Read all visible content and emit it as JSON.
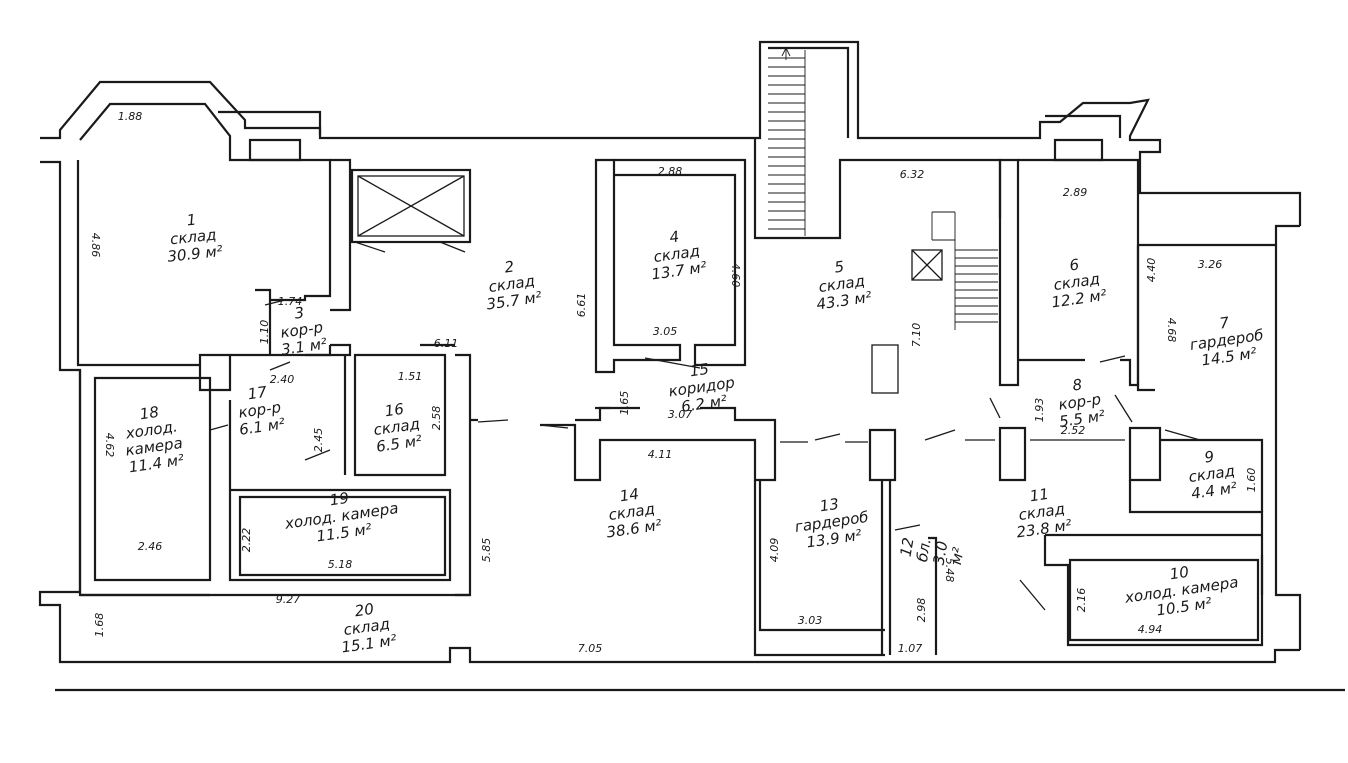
{
  "rooms": [
    {
      "id": "1",
      "lines": [
        "1",
        "склад",
        "30.9 м²"
      ]
    },
    {
      "id": "2",
      "lines": [
        "2",
        "склад",
        "35.7 м²"
      ]
    },
    {
      "id": "3",
      "lines": [
        "3",
        "кор-р",
        "3.1 м²"
      ]
    },
    {
      "id": "4",
      "lines": [
        "4",
        "склад",
        "13.7 м²"
      ]
    },
    {
      "id": "5",
      "lines": [
        "5",
        "склад",
        "43.3 м²"
      ]
    },
    {
      "id": "6",
      "lines": [
        "6",
        "склад",
        "12.2 м²"
      ]
    },
    {
      "id": "7",
      "lines": [
        "7",
        "гардероб",
        "14.5 м²"
      ]
    },
    {
      "id": "8",
      "lines": [
        "8",
        "кор-р",
        "5.5 м²"
      ]
    },
    {
      "id": "9",
      "lines": [
        "9",
        "склад",
        "4.4 м²"
      ]
    },
    {
      "id": "10",
      "lines": [
        "10",
        "холод. камера",
        "10.5 м²"
      ]
    },
    {
      "id": "11",
      "lines": [
        "11",
        "склад",
        "23.8 м²"
      ]
    },
    {
      "id": "12",
      "lines": [
        "12",
        "бл.",
        "3.0",
        "м²"
      ]
    },
    {
      "id": "13",
      "lines": [
        "13",
        "гардероб",
        "13.9 м²"
      ]
    },
    {
      "id": "14",
      "lines": [
        "14",
        "склад",
        "38.6 м²"
      ]
    },
    {
      "id": "15",
      "lines": [
        "15",
        "коридор",
        "6.2 м²"
      ]
    },
    {
      "id": "16",
      "lines": [
        "16",
        "склад",
        "6.5 м²"
      ]
    },
    {
      "id": "17",
      "lines": [
        "17",
        "кор-р",
        "6.1 м²"
      ]
    },
    {
      "id": "18",
      "lines": [
        "18",
        "холод.",
        "камера",
        "11.4 м²"
      ]
    },
    {
      "id": "19",
      "lines": [
        "19",
        "холод. камера",
        "11.5 м²"
      ]
    },
    {
      "id": "20",
      "lines": [
        "20",
        "склад",
        "15.1 м²"
      ]
    }
  ],
  "dimensions": [
    "1.88",
    "4.86",
    "1.74",
    "1.10",
    "2.40",
    "4.62",
    "2.46",
    "1.51",
    "2.58",
    "6.11",
    "6.61",
    "2.45",
    "2.22",
    "5.18",
    "5.85",
    "9.27",
    "1.68",
    "7.05",
    "2.88",
    "3.05",
    "4.60",
    "1.65",
    "3.07",
    "4.11",
    "4.09",
    "3.03",
    "1.07",
    "2.98",
    "5.48",
    "6.32",
    "7.10",
    "2.89",
    "4.40",
    "1.93",
    "2.52",
    "3.26",
    "4.68",
    "1.60",
    "2.16",
    "4.94"
  ]
}
